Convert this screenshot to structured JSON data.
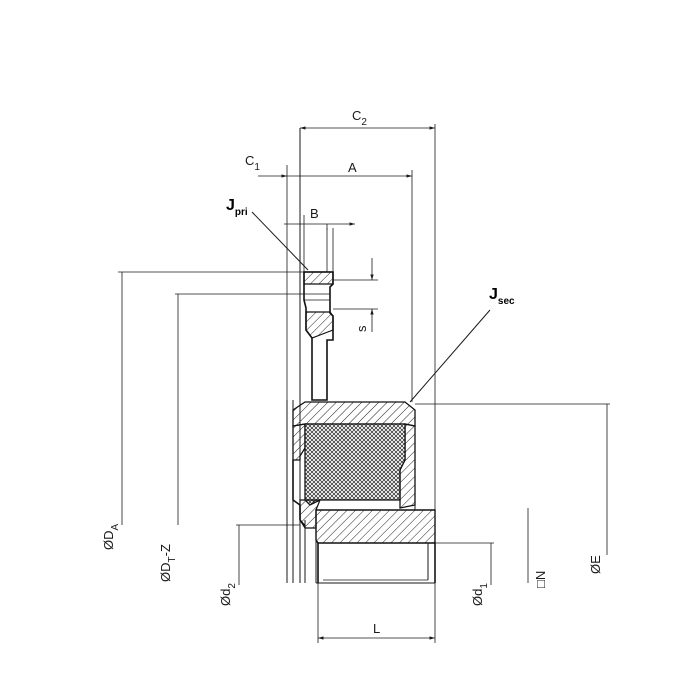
{
  "labels": {
    "c2": {
      "main": "C",
      "sub": "2"
    },
    "c1": {
      "main": "C",
      "sub": "1"
    },
    "a": {
      "main": "A"
    },
    "b": {
      "main": "B"
    },
    "s": {
      "main": "s"
    },
    "j_pri": {
      "main": "J",
      "sub": "pri"
    },
    "j_sec": {
      "main": "J",
      "sub": "sec"
    },
    "da": {
      "main": "ØD",
      "sub": "A"
    },
    "dt": {
      "main": "ØD",
      "sub": "T",
      "suffix": "-Z"
    },
    "d2": {
      "main": "Ød",
      "sub": "2"
    },
    "d1": {
      "main": "Ød",
      "sub": "1"
    },
    "n": {
      "main": "□N"
    },
    "e": {
      "main": "ØE"
    },
    "l": {
      "main": "L"
    }
  }
}
